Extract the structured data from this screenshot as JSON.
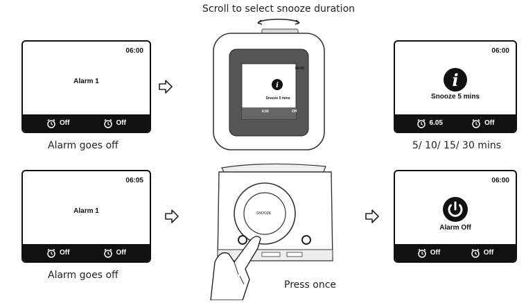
{
  "top_caption": "Scroll to select snooze duration",
  "screens": {
    "alarm1": {
      "time": "06:00",
      "title": "Alarm 1",
      "left": "Off",
      "right": "Off"
    },
    "snooze": {
      "time": "06:00",
      "title": "Snooze 5 mins",
      "left": "6.05",
      "right": "Off"
    },
    "alarm2": {
      "time": "06:05",
      "title": "Alarm 1",
      "left": "Off",
      "right": "Off"
    },
    "off": {
      "time": "06:00",
      "title": "Alarm Off",
      "left": "Off",
      "right": "Off"
    }
  },
  "device_screen": {
    "time": "06:00",
    "title": "Snooze 5 mins",
    "left": "6.50",
    "right": "Off"
  },
  "device_labels": {
    "snooze_button": "SNOOZE"
  },
  "captions": {
    "alarm_goes_off_1": "Alarm goes off",
    "durations": "5/ 10/ 15/ 30 mins",
    "alarm_goes_off_2": "Alarm goes off",
    "press_once": "Press once"
  },
  "icons": {
    "alarm_left": "alarm-clock-icon",
    "alarm_right": "alarm-clock-icon",
    "info": "info-icon",
    "power": "power-icon",
    "arrow": "outline-arrow-right-icon",
    "scroll": "rotate-arrow-icon",
    "hand": "hand-pointer-icon"
  }
}
